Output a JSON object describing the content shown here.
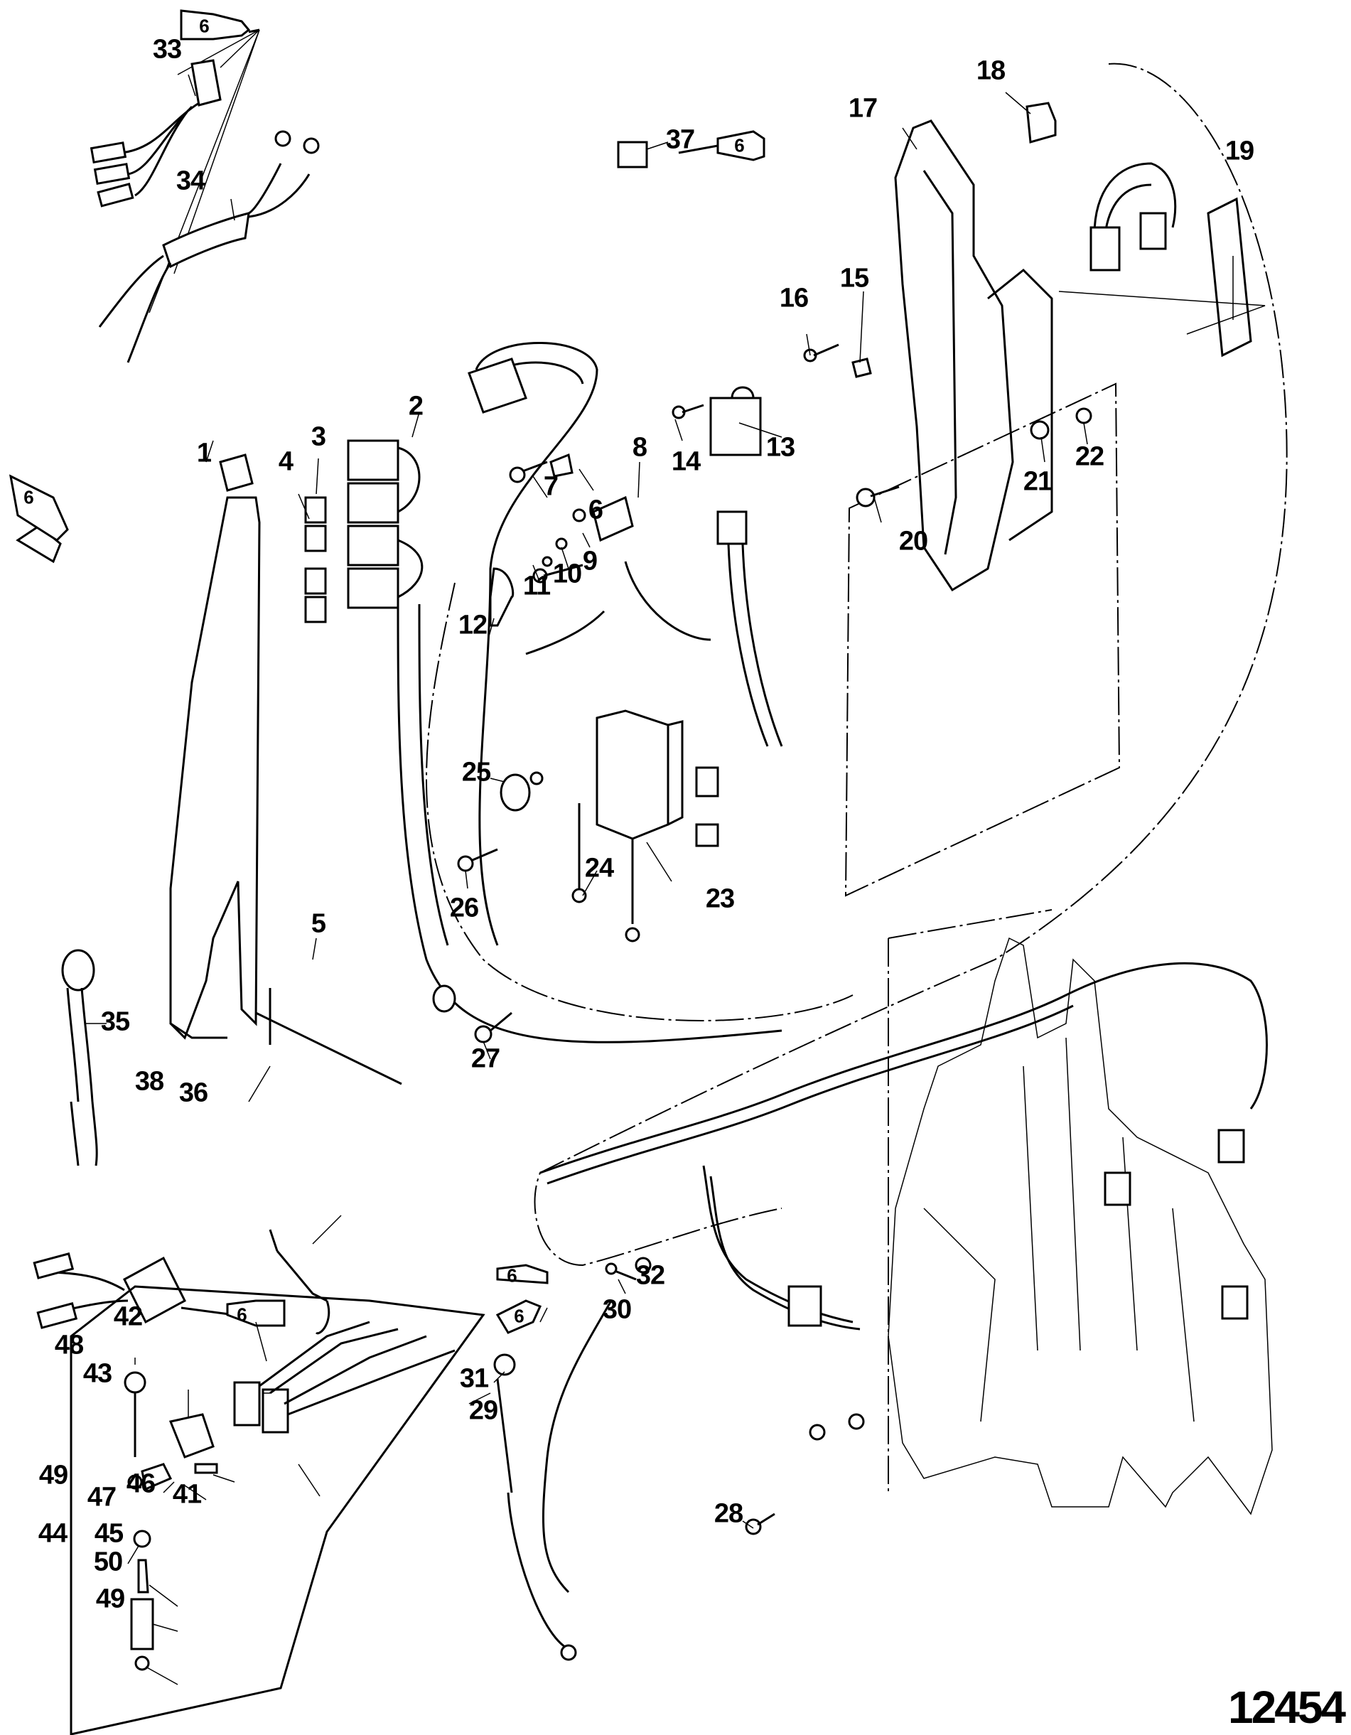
{
  "diagram": {
    "type": "exploded parts diagram",
    "figure_number": "12454",
    "tube_label": "6",
    "callouts": [
      {
        "id": "1",
        "label": "1"
      },
      {
        "id": "2",
        "label": "2"
      },
      {
        "id": "3",
        "label": "3"
      },
      {
        "id": "4",
        "label": "4"
      },
      {
        "id": "5",
        "label": "5"
      },
      {
        "id": "6",
        "label": "6"
      },
      {
        "id": "7",
        "label": "7"
      },
      {
        "id": "8",
        "label": "8"
      },
      {
        "id": "9",
        "label": "9"
      },
      {
        "id": "10",
        "label": "10"
      },
      {
        "id": "11",
        "label": "11"
      },
      {
        "id": "12",
        "label": "12"
      },
      {
        "id": "13",
        "label": "13"
      },
      {
        "id": "14",
        "label": "14"
      },
      {
        "id": "15",
        "label": "15"
      },
      {
        "id": "16",
        "label": "16"
      },
      {
        "id": "17",
        "label": "17"
      },
      {
        "id": "18",
        "label": "18"
      },
      {
        "id": "19",
        "label": "19"
      },
      {
        "id": "20",
        "label": "20"
      },
      {
        "id": "21",
        "label": "21"
      },
      {
        "id": "22",
        "label": "22"
      },
      {
        "id": "23",
        "label": "23"
      },
      {
        "id": "24",
        "label": "24"
      },
      {
        "id": "25",
        "label": "25"
      },
      {
        "id": "26",
        "label": "26"
      },
      {
        "id": "27",
        "label": "27"
      },
      {
        "id": "28",
        "label": "28"
      },
      {
        "id": "29",
        "label": "29"
      },
      {
        "id": "30",
        "label": "30"
      },
      {
        "id": "31",
        "label": "31"
      },
      {
        "id": "32",
        "label": "32"
      },
      {
        "id": "33",
        "label": "33"
      },
      {
        "id": "34",
        "label": "34"
      },
      {
        "id": "35",
        "label": "35"
      },
      {
        "id": "36",
        "label": "36"
      },
      {
        "id": "37",
        "label": "37"
      },
      {
        "id": "38",
        "label": "38"
      },
      {
        "id": "41",
        "label": "41"
      },
      {
        "id": "42",
        "label": "42"
      },
      {
        "id": "43",
        "label": "43"
      },
      {
        "id": "44",
        "label": "44"
      },
      {
        "id": "45",
        "label": "45"
      },
      {
        "id": "46",
        "label": "46"
      },
      {
        "id": "47",
        "label": "47"
      },
      {
        "id": "48",
        "label": "48"
      },
      {
        "id": "49a",
        "label": "49"
      },
      {
        "id": "49b",
        "label": "49"
      },
      {
        "id": "50",
        "label": "50"
      }
    ]
  }
}
